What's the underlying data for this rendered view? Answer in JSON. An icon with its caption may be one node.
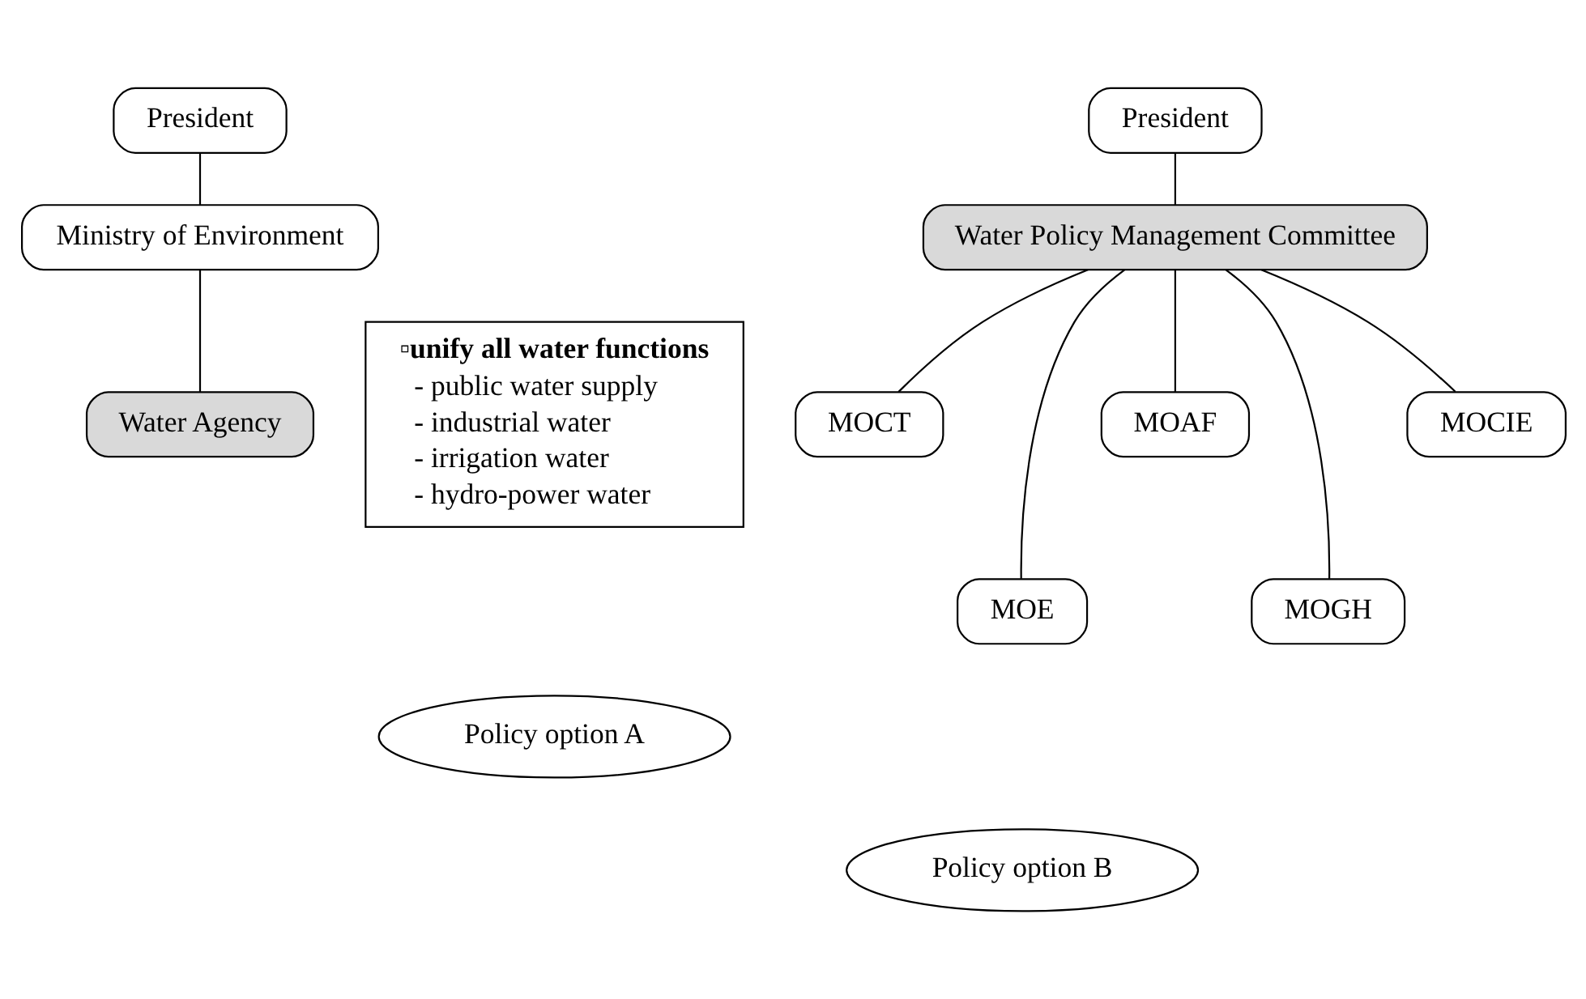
{
  "diagram": {
    "nodes": [
      {
        "text": [
          "President"
        ]
      },
      {
        "text": [
          "Ministry of Environment"
        ]
      },
      {
        "text": [
          "Water Agency"
        ]
      },
      {
        "text": [
          "▫unify all water functions",
          "- public water supply",
          "- industrial water",
          "- irrigation water",
          "- hydro-power water"
        ]
      },
      {
        "text": [
          "Policy option A"
        ]
      },
      {
        "text": [
          "President"
        ]
      },
      {
        "text": [
          "Water Policy Management Committee"
        ]
      },
      {
        "text": [
          "MOCT"
        ]
      },
      {
        "text": [
          "MOE"
        ]
      },
      {
        "text": [
          "MOAF"
        ]
      },
      {
        "text": [
          "MOGH"
        ]
      },
      {
        "text": [
          "MOCIE"
        ]
      },
      {
        "text": [
          "Policy option B"
        ]
      }
    ],
    "edges": [
      {
        "from": 0,
        "to": 1,
        "arrow": "none"
      },
      {
        "from": 1,
        "to": 2,
        "arrow": "none"
      },
      {
        "from": 5,
        "to": 6,
        "arrow": "none"
      },
      {
        "from": 6,
        "to": 7,
        "arrow": "none"
      },
      {
        "from": 6,
        "to": 8,
        "arrow": "none"
      },
      {
        "from": 6,
        "to": 9,
        "arrow": "none"
      },
      {
        "from": 6,
        "to": 10,
        "arrow": "none"
      },
      {
        "from": 6,
        "to": 11,
        "arrow": "none"
      }
    ]
  }
}
